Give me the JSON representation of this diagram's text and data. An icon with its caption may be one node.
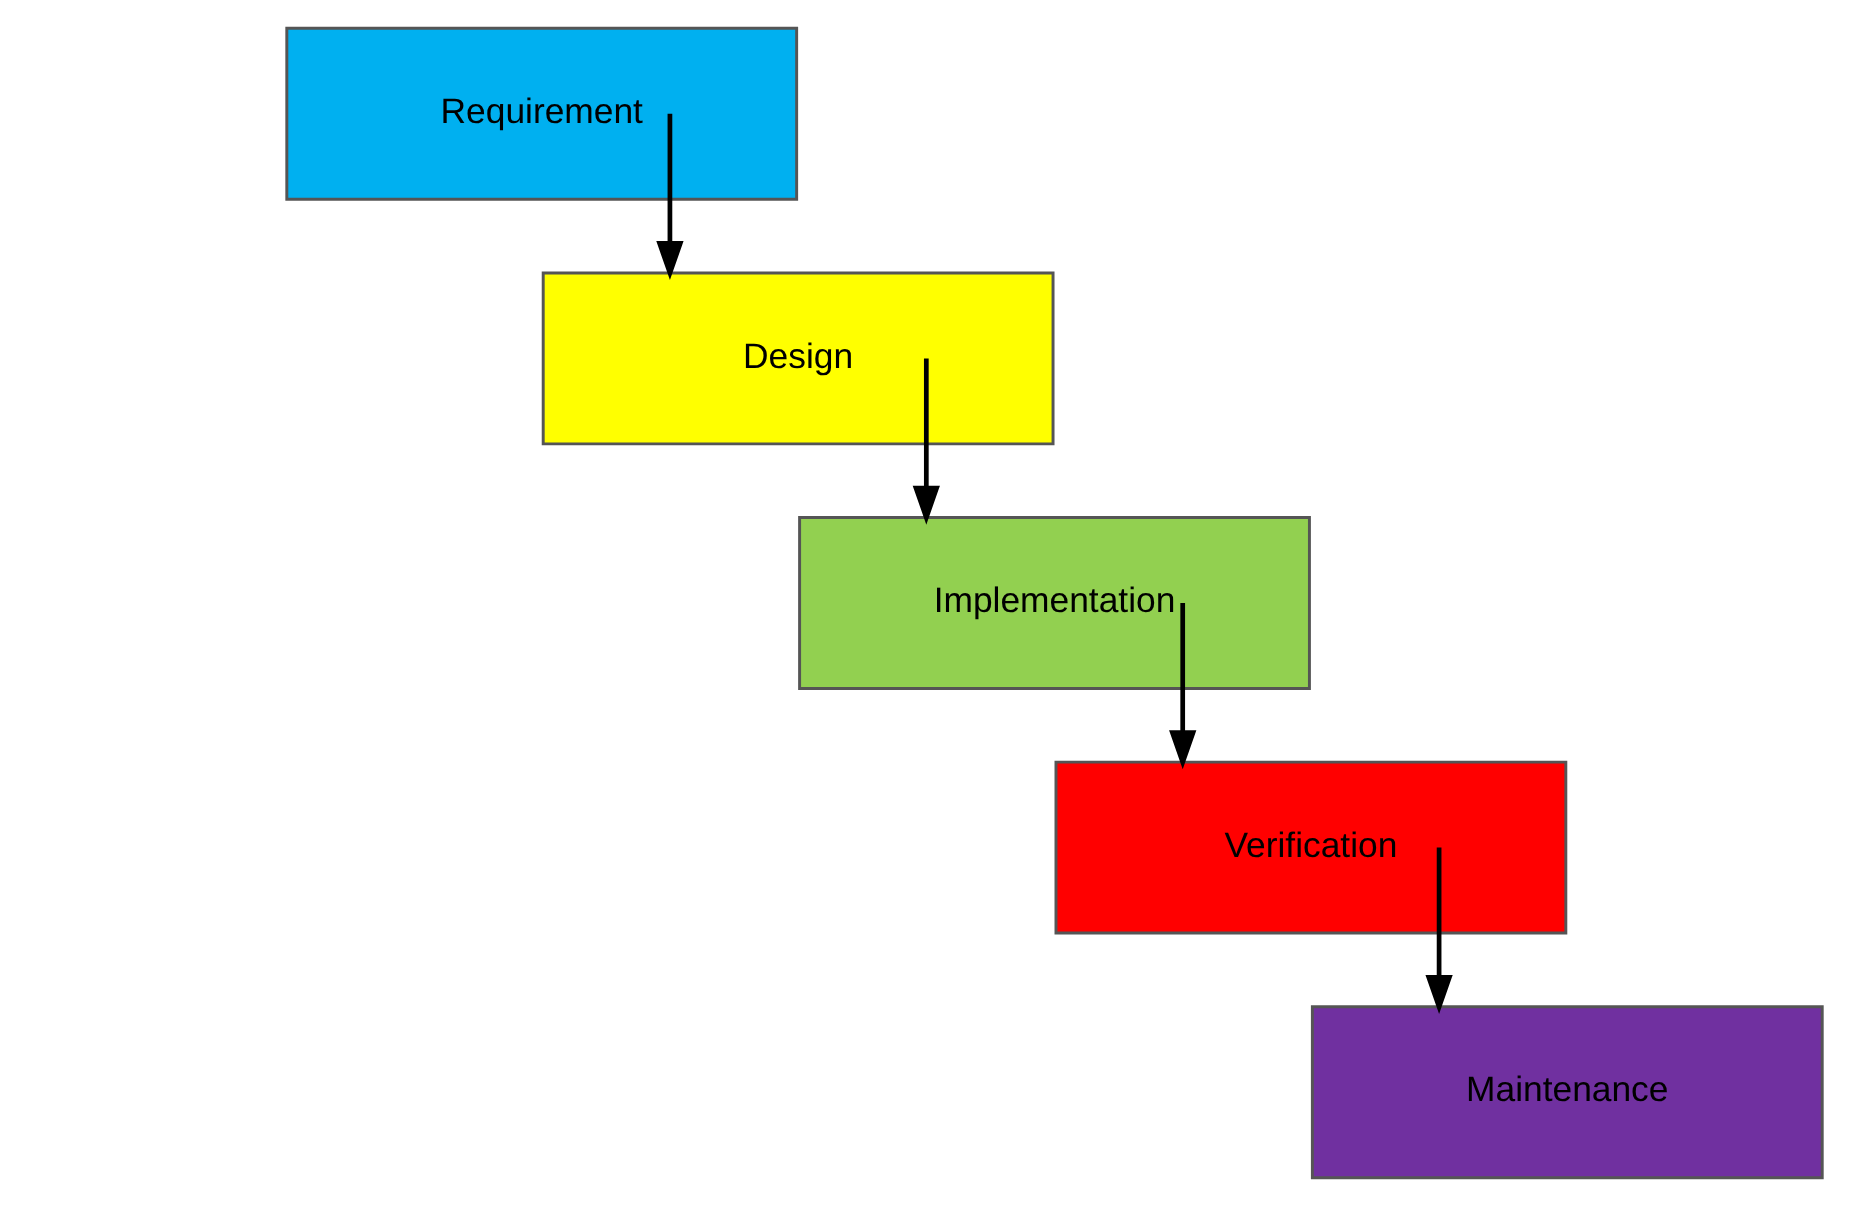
{
  "diagram": {
    "nodes": [
      {
        "text": [
          "Requirement"
        ]
      },
      {
        "text": [
          "Design"
        ]
      },
      {
        "text": [
          "Implementation"
        ]
      },
      {
        "text": [
          "Verification"
        ]
      },
      {
        "text": [
          "Maintenance"
        ]
      }
    ],
    "edges": [
      {
        "from": 0,
        "to": 1,
        "arrow": "to"
      },
      {
        "from": 1,
        "to": 2,
        "arrow": "to"
      },
      {
        "from": 2,
        "to": 3,
        "arrow": "to"
      },
      {
        "from": 3,
        "to": 4,
        "arrow": "to"
      }
    ]
  }
}
